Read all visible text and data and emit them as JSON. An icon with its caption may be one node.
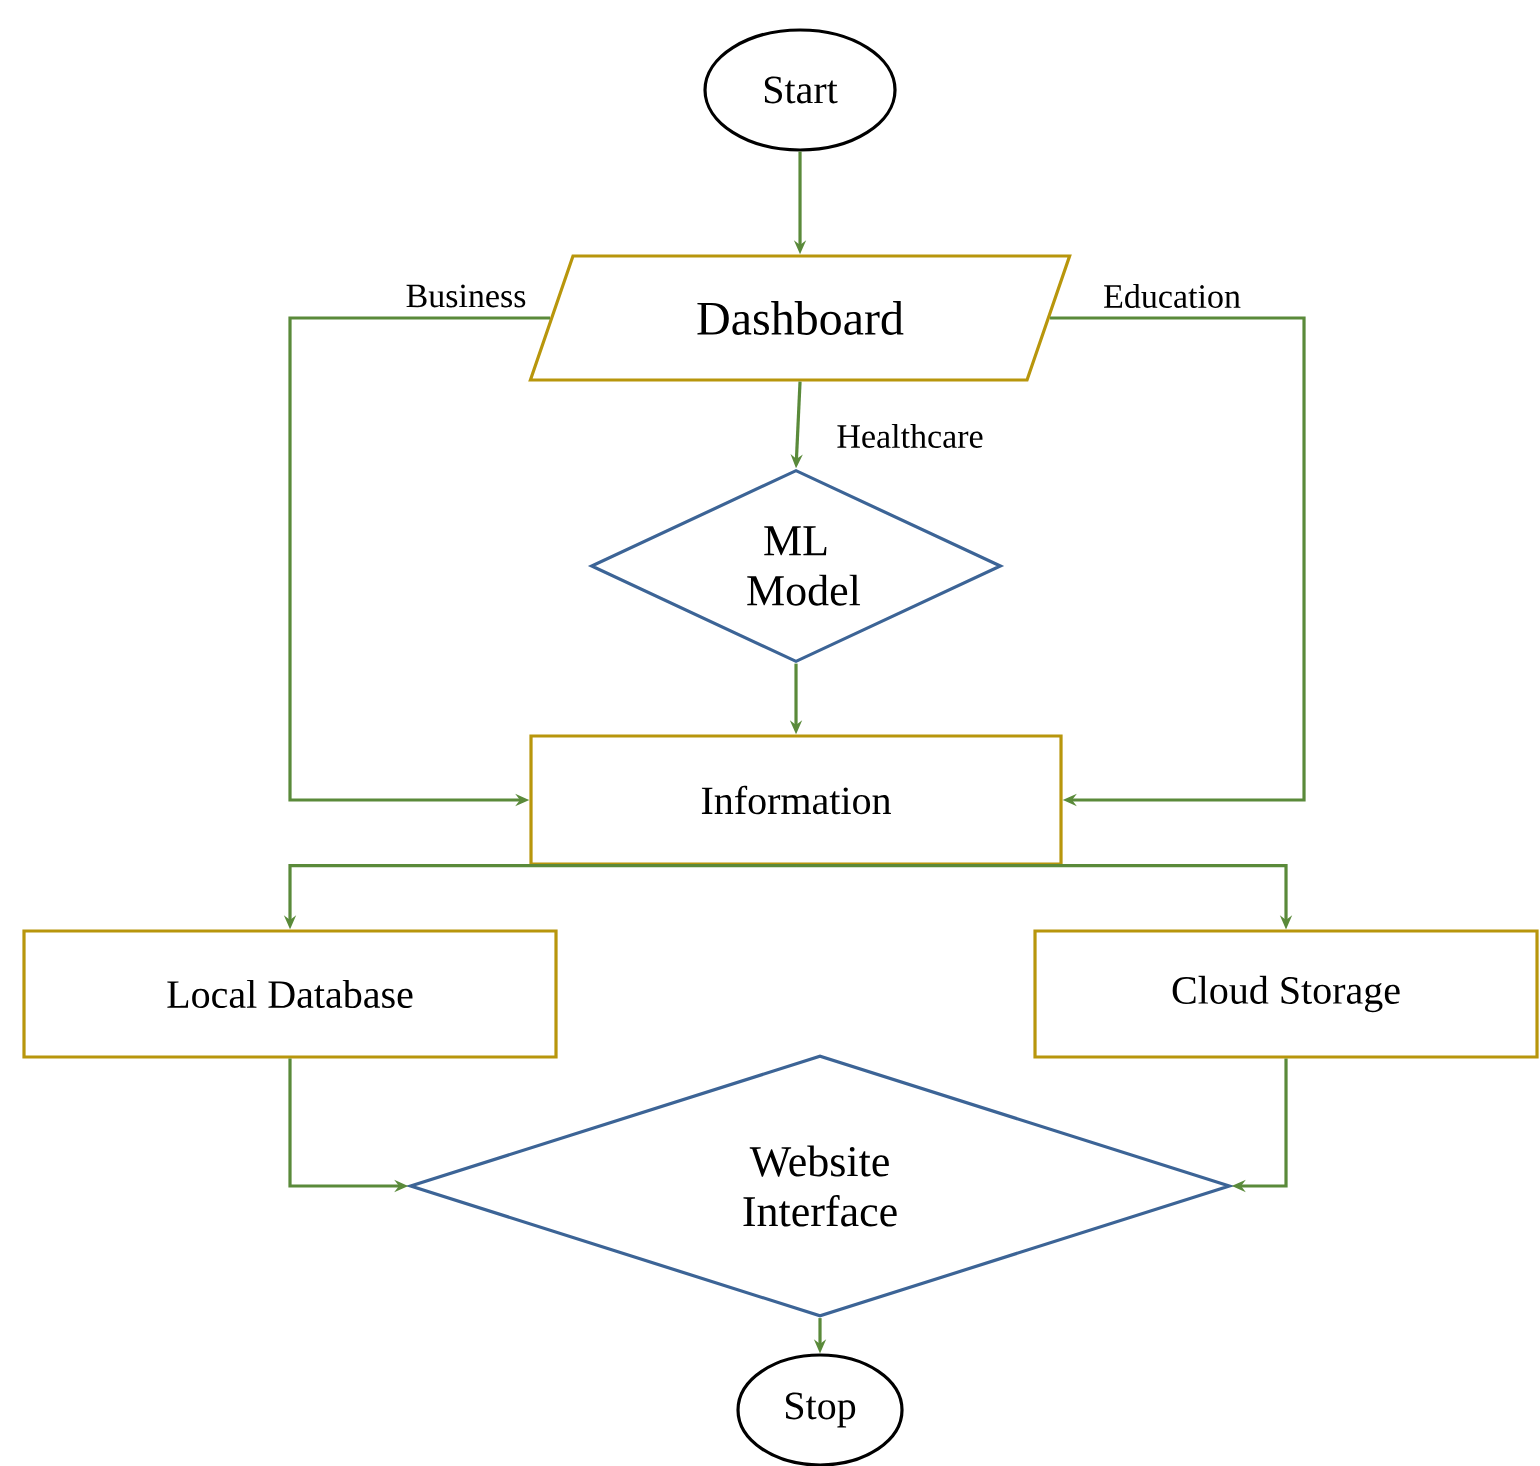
{
  "diagram": {
    "nodes": [
      {
        "text": [
          "Start"
        ]
      },
      {
        "text": [
          "Dashboard"
        ]
      },
      {
        "text": [
          "ML Model"
        ]
      },
      {
        "text": [
          "Information"
        ]
      },
      {
        "text": [
          "Local Database"
        ]
      },
      {
        "text": [
          "Cloud Storage"
        ]
      },
      {
        "text": [
          "Website Interface"
        ]
      },
      {
        "text": [
          "Stop"
        ]
      }
    ],
    "edges": [
      {
        "from": 0,
        "to": 1,
        "arrow": "to"
      },
      {
        "from": 1,
        "to": 2,
        "arrow": "to",
        "label": "Healthcare"
      },
      {
        "from": 1,
        "to": 3,
        "arrow": "to",
        "label": "Business"
      },
      {
        "from": 1,
        "to": 3,
        "arrow": "to",
        "label": "Education"
      },
      {
        "from": 2,
        "to": 3,
        "arrow": "to"
      },
      {
        "from": 3,
        "to": 4,
        "arrow": "to"
      },
      {
        "from": 3,
        "to": 5,
        "arrow": "to"
      },
      {
        "from": 4,
        "to": 6,
        "arrow": "to"
      },
      {
        "from": 5,
        "to": 6,
        "arrow": "to"
      },
      {
        "from": 6,
        "to": 7,
        "arrow": "to"
      }
    ]
  }
}
